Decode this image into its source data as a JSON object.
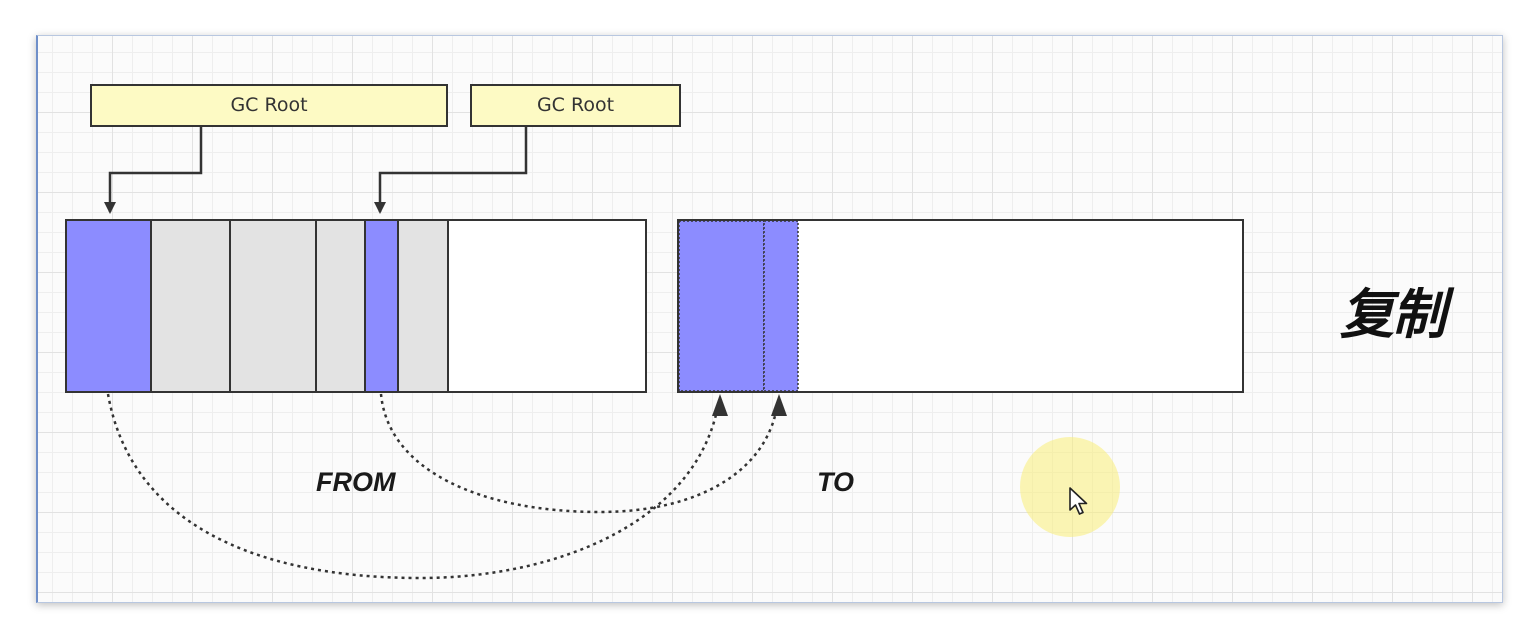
{
  "diagram": {
    "gc_roots": [
      "GC Root",
      "GC Root"
    ],
    "from_label": "FROM",
    "to_label": "TO",
    "title": "复制"
  },
  "colors": {
    "gc_root_fill": "#fdfac4",
    "live_object": "#8c8cff",
    "garbage_object": "#e3e3e3",
    "empty_space": "#ffffff",
    "stroke": "#333333",
    "cursor_highlight": "#faee78"
  },
  "icons": {
    "cursor": "mouse-pointer-icon"
  }
}
